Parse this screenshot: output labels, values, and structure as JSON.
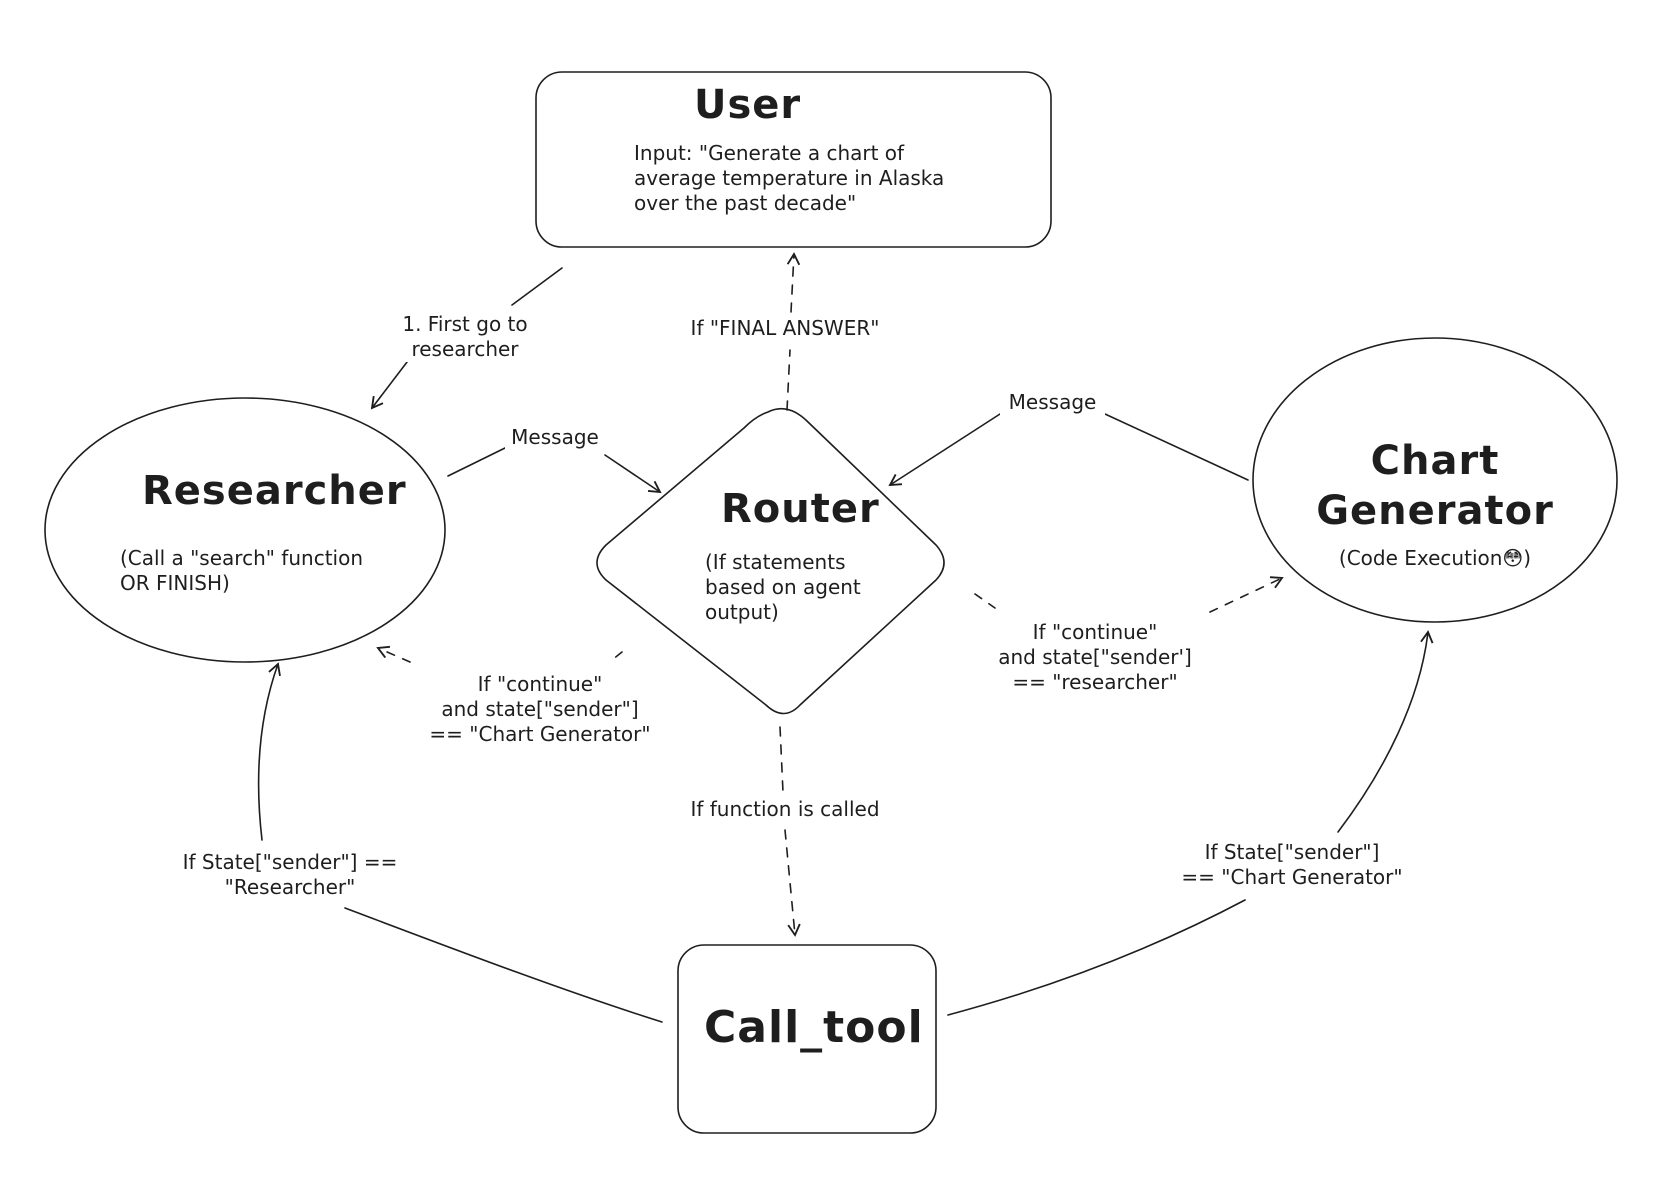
{
  "nodes": {
    "user": {
      "title": "User",
      "body": "Input: \"Generate a chart of\naverage temperature in Alaska\nover the past decade\""
    },
    "researcher": {
      "title": "Researcher",
      "body": "(Call a \"search\" function\nOR FINISH)"
    },
    "router": {
      "title": "Router",
      "body": "(If statements\n based on agent\noutput)"
    },
    "chart_generator": {
      "title": "Chart\nGenerator",
      "body": "(Code Execution😳)"
    },
    "call_tool": {
      "title": "Call_tool"
    }
  },
  "edges": {
    "user_to_researcher": "1. First go to\nresearcher",
    "router_to_user": "If \"FINAL ANSWER\"",
    "researcher_to_router": "Message",
    "chart_to_router": "Message",
    "router_to_researcher": "If \"continue\"\nand state[\"sender\"]\n== \"Chart Generator\"",
    "router_to_chart": "If \"continue\"\nand state[\"sender']\n== \"researcher\"",
    "router_to_call_tool": "If function is called",
    "call_tool_to_researcher": "If State[\"sender\"] ==\n\"Researcher\"",
    "call_tool_to_chart": "If State[\"sender\"]\n== \"Chart Generator\""
  },
  "colors": {
    "stroke": "#1e1e1e",
    "background": "#ffffff"
  }
}
